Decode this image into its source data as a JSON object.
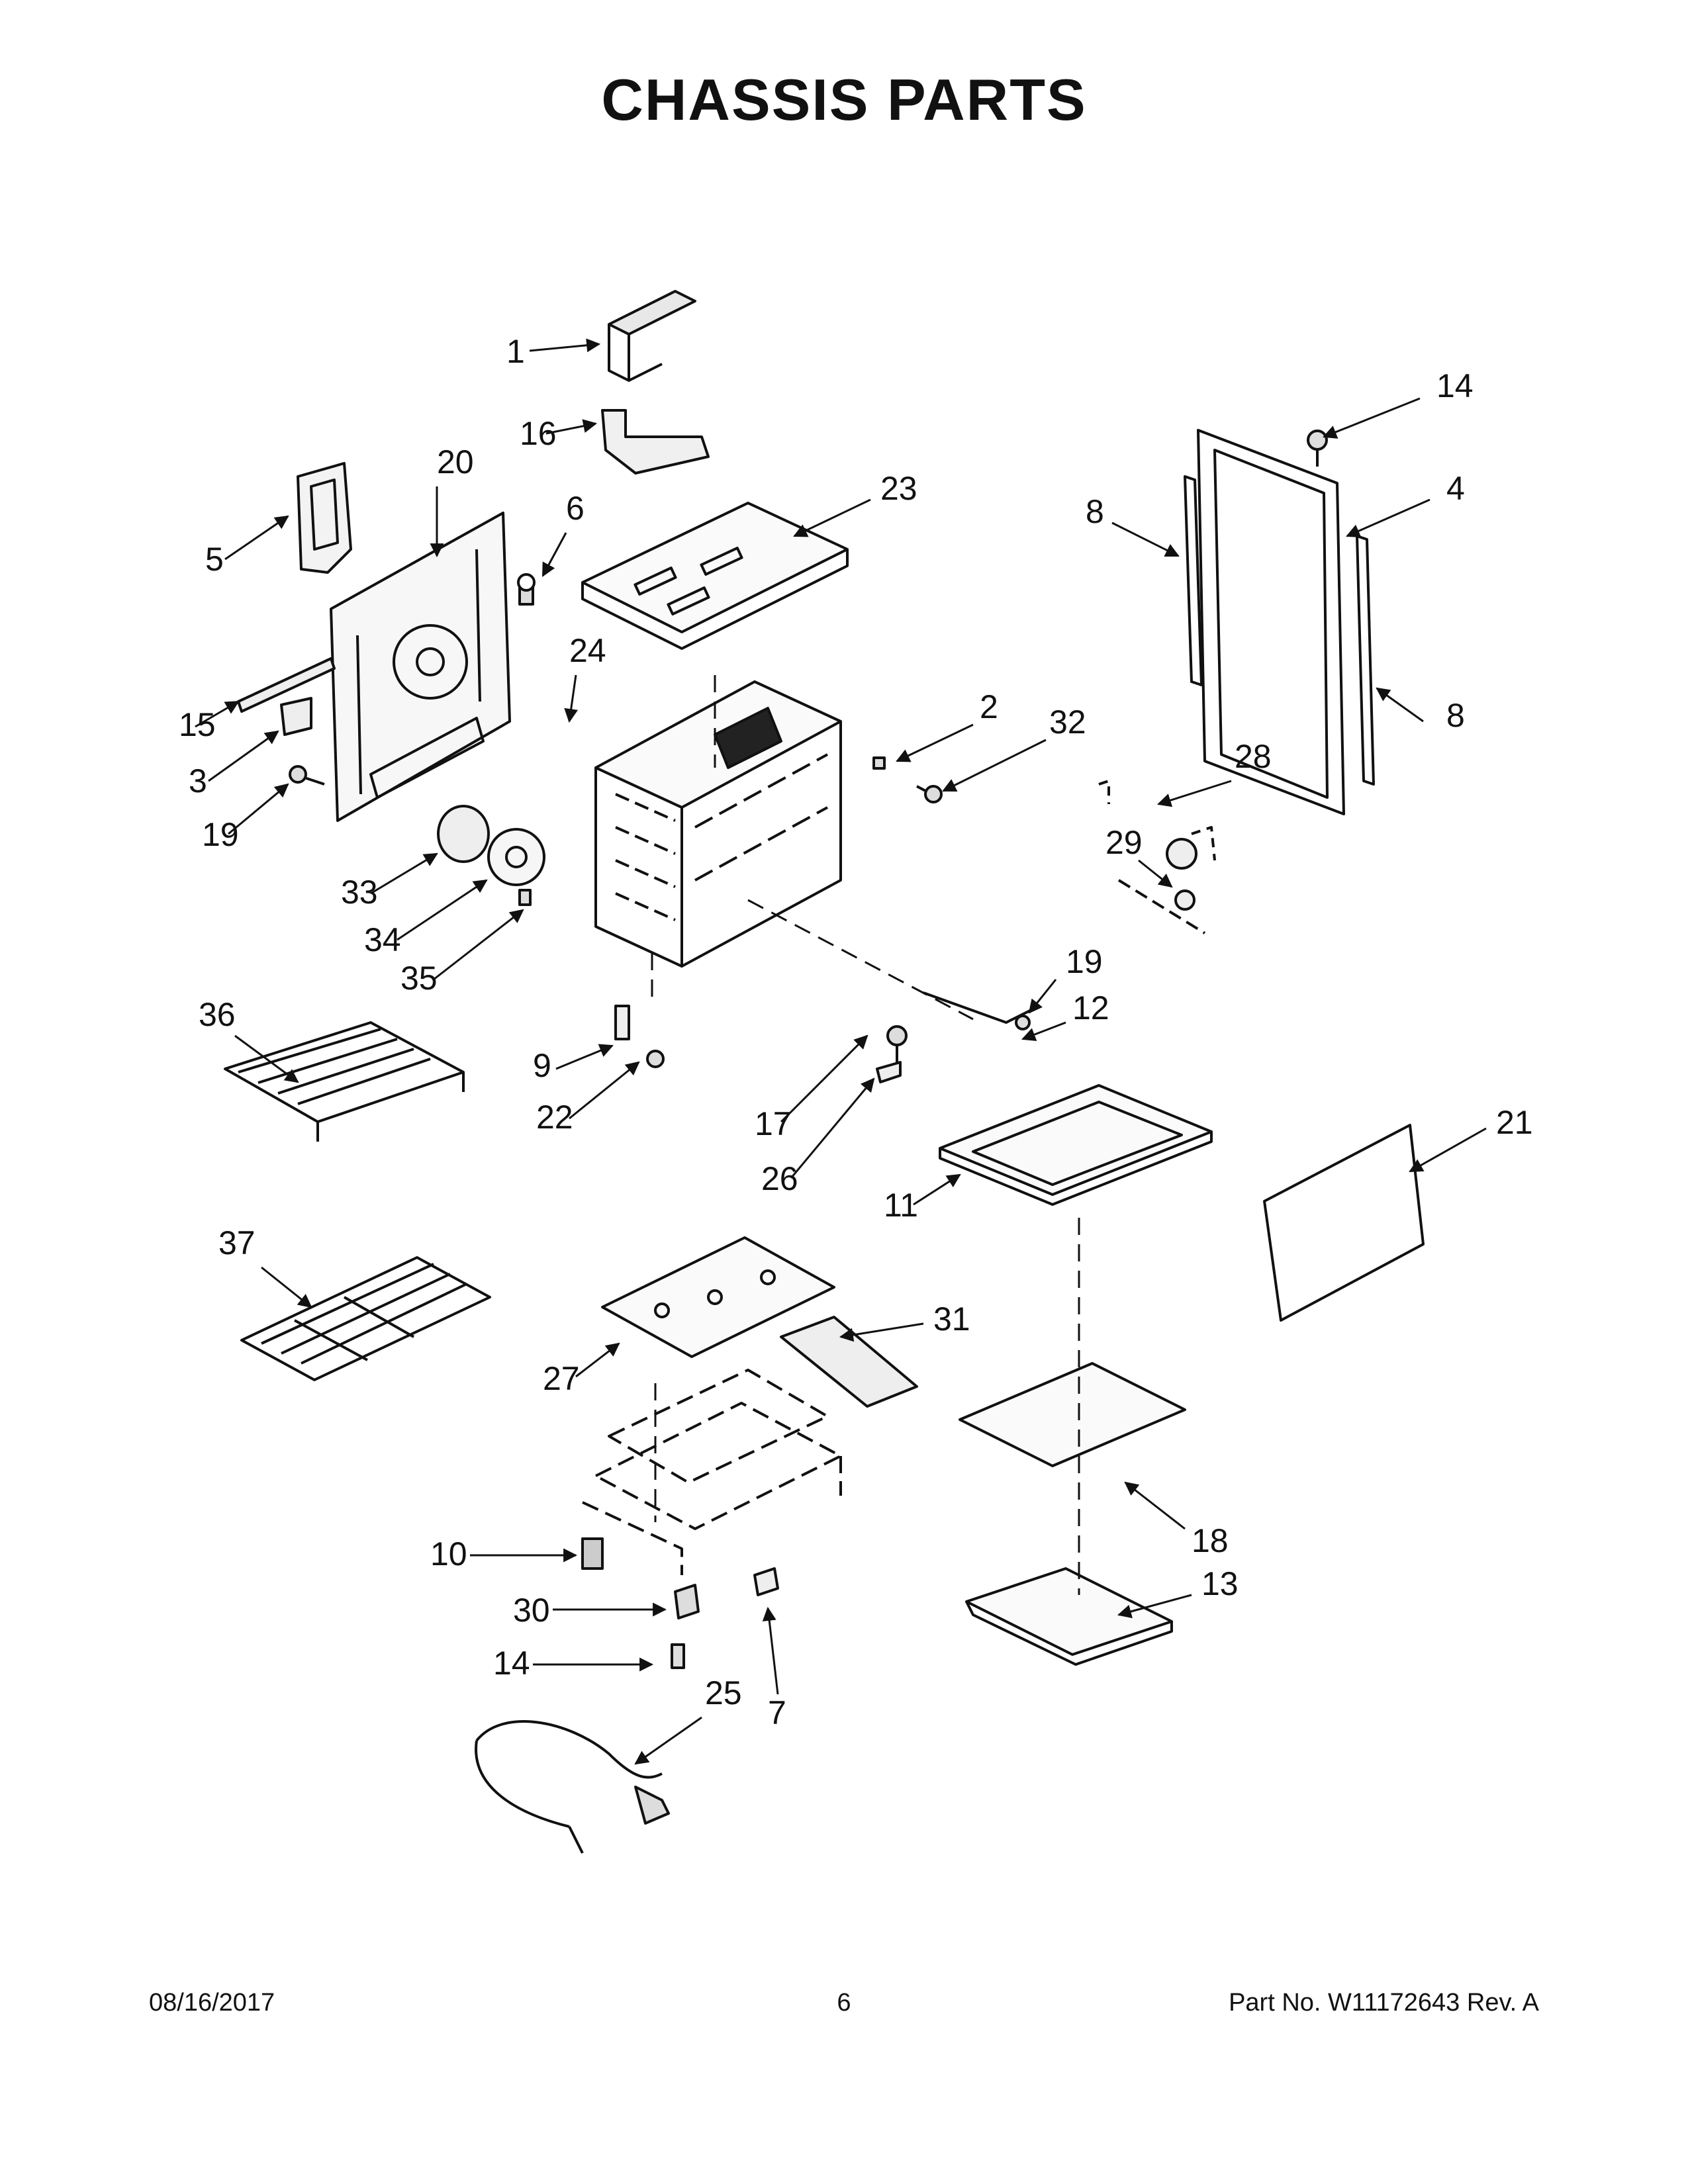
{
  "title": "CHASSIS PARTS",
  "callouts": [
    "1",
    "16",
    "20",
    "5",
    "6",
    "23",
    "14",
    "4",
    "8",
    "8",
    "24",
    "2",
    "32",
    "15",
    "3",
    "19",
    "28",
    "29",
    "33",
    "34",
    "35",
    "36",
    "9",
    "22",
    "19",
    "12",
    "17",
    "26",
    "11",
    "21",
    "37",
    "31",
    "27",
    "18",
    "10",
    "30",
    "14",
    "25",
    "7",
    "13"
  ],
  "footer": {
    "date": "08/16/2017",
    "page_number": "6",
    "part_number": "Part No.  W11172643  Rev.  A"
  }
}
